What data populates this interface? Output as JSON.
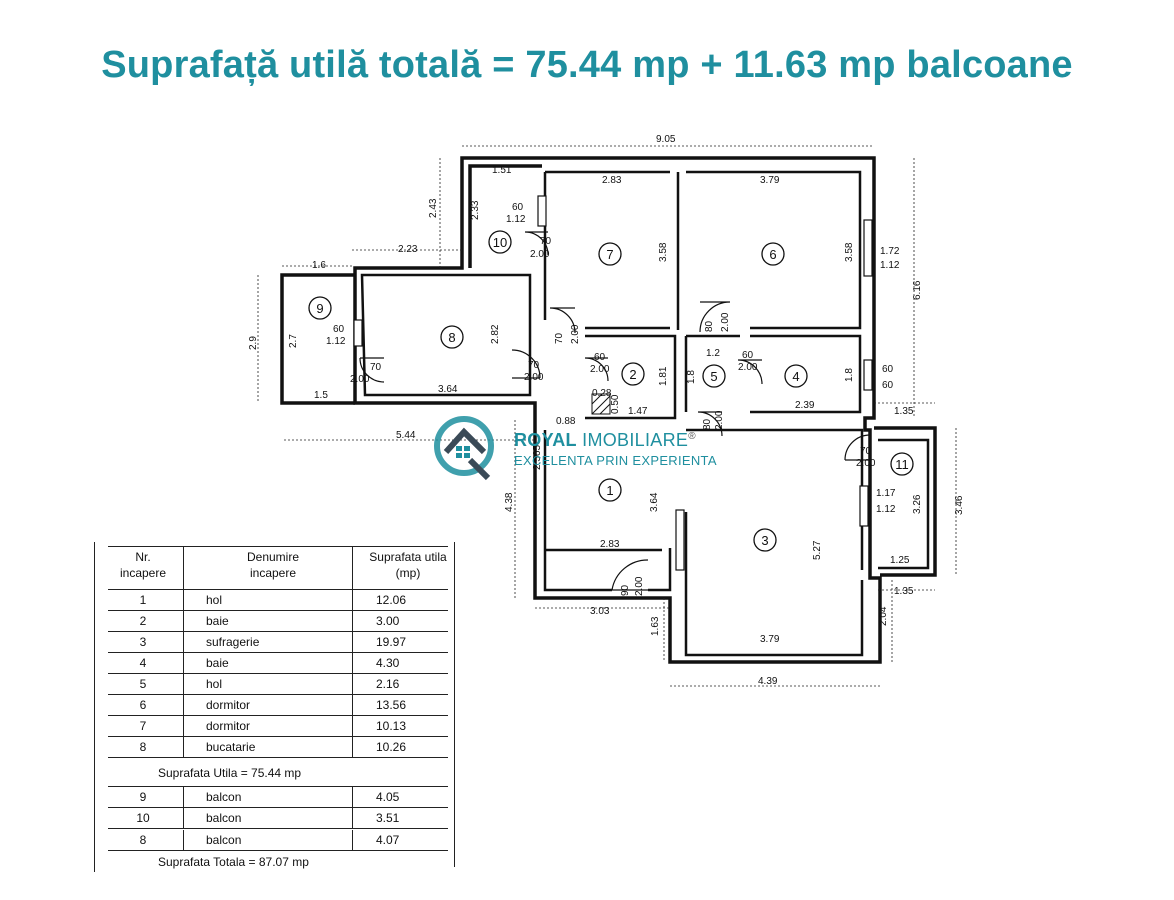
{
  "title": "Suprafață utilă totală = 75.44 mp + 11.63 mp balcoane",
  "brand": {
    "name_bold": "ROYAL",
    "name_rest": " IMOBILIARE",
    "tagline": "EXCELENTA PRIN EXPERIENTA",
    "registered_mark": "®",
    "color": "#1f8f9f"
  },
  "rooms": {
    "r1": "1",
    "r2": "2",
    "r3": "3",
    "r4": "4",
    "r5": "5",
    "r6": "6",
    "r7": "7",
    "r8": "8",
    "r9": "9",
    "r10": "10",
    "r11": "11"
  },
  "dims": {
    "top_total": "9.05",
    "d_151": "1.51",
    "d_283a": "2.83",
    "d_379a": "3.79",
    "d_243": "2.43",
    "d_233": "2.33",
    "d_60_112a": "60",
    "d_112a": "1.12",
    "d_70_200a": "70",
    "d_200a": "2.00",
    "d_358a": "3.58",
    "d_358b": "3.58",
    "d_172": "1.72",
    "d_112b": "1.12",
    "d_616": "6.16",
    "d_16": "1.6",
    "d_223": "2.23",
    "d_29": "2.9",
    "d_27": "2.7",
    "d_60_112c": "60",
    "d_112c": "1.12",
    "d_70_200b": "70",
    "d_200b": "2.00",
    "d_282": "2.82",
    "d_15": "1.5",
    "d_364a": "3.64",
    "d_70_200c": "70",
    "d_200c": "2.00",
    "d_70_200d": "70",
    "d_200d": "2.00",
    "d_60_200a": "60",
    "d_200e": "2.00",
    "d_181": "1.81",
    "d_028": "0.28",
    "d_050": "0.50",
    "d_147": "1.47",
    "d_80_200a": "80",
    "d_200f": "2.00",
    "d_12": "1.2",
    "d_18a": "1.8",
    "d_60_200b": "60",
    "d_200g": "2.00",
    "d_18b": "1.8",
    "d_60b": "60",
    "d_60c": "60",
    "d_239": "2.39",
    "d_135a": "1.35",
    "d_088": "0.88",
    "d_544": "5.44",
    "d_80_200b": "80",
    "d_200h": "2.00",
    "d_70_200e": "70",
    "d_200i": "2.00",
    "d_438": "4.38",
    "d_364b": "3.64",
    "d_283b": "2.83",
    "d_90": "90",
    "d_200j": "2.00",
    "d_527": "5.27",
    "d_117": "1.17",
    "d_112d": "1.12",
    "d_326": "3.26",
    "d_346": "3.46",
    "d_125": "1.25",
    "d_135b": "1.35",
    "d_303": "3.03",
    "d_163": "1.63",
    "d_379b": "3.79",
    "d_204": "2.04",
    "d_439": "4.39",
    "d_2565": "2.565"
  },
  "legend": {
    "headers": [
      "Nr.\nincapere",
      "Denumire\nincapere",
      "Suprafata utila\n(mp)"
    ],
    "rows": [
      {
        "nr": "1",
        "name": "hol",
        "area": "12.06"
      },
      {
        "nr": "2",
        "name": "baie",
        "area": "3.00"
      },
      {
        "nr": "3",
        "name": "sufragerie",
        "area": "19.97"
      },
      {
        "nr": "4",
        "name": "baie",
        "area": "4.30"
      },
      {
        "nr": "5",
        "name": "hol",
        "area": "2.16"
      },
      {
        "nr": "6",
        "name": "dormitor",
        "area": "13.56"
      },
      {
        "nr": "7",
        "name": "dormitor",
        "area": "10.13"
      },
      {
        "nr": "8",
        "name": "bucatarie",
        "area": "10.26"
      }
    ],
    "subtotal": "Suprafata Utila = 75.44 mp",
    "balcony_rows": [
      {
        "nr": "9",
        "name": "balcon",
        "area": "4.05"
      },
      {
        "nr": "10",
        "name": "balcon",
        "area": "3.51"
      },
      {
        "nr": "8",
        "name": "balcon",
        "area": "4.07"
      }
    ],
    "total": "Suprafata Totala = 87.07 mp"
  }
}
